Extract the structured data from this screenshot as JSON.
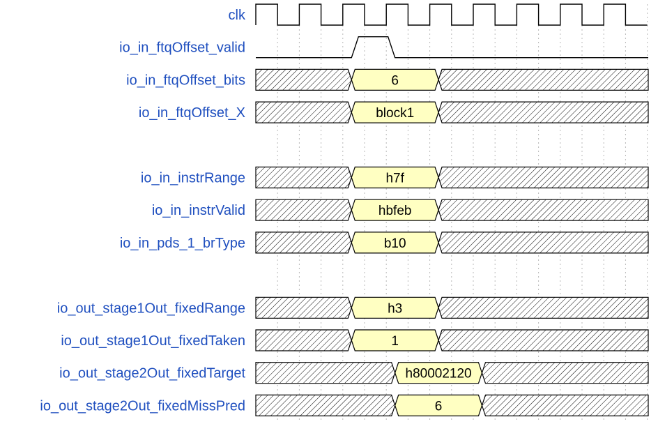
{
  "colors": {
    "label": "#1f4fbf",
    "value_fill": "#ffffc2",
    "wire": "#000000"
  },
  "clock": {
    "name": "clk",
    "cycles": 9
  },
  "signals": [
    {
      "name": "clk",
      "kind": "clock"
    },
    {
      "name": "io_in_ftqOffset_valid",
      "kind": "bit",
      "high": [
        2.2,
        3.2
      ]
    },
    {
      "name": "io_in_ftqOffset_bits",
      "kind": "bus",
      "values": [
        {
          "text": "6",
          "start": 2.2,
          "end": 4.2
        }
      ]
    },
    {
      "name": "io_in_ftqOffset_X",
      "kind": "bus",
      "values": [
        {
          "text": "block1",
          "start": 2.2,
          "end": 4.2
        }
      ]
    },
    {
      "kind": "spacer"
    },
    {
      "name": "io_in_instrRange",
      "kind": "bus",
      "values": [
        {
          "text": "h7f",
          "start": 2.2,
          "end": 4.2
        }
      ]
    },
    {
      "name": "io_in_instrValid",
      "kind": "bus",
      "values": [
        {
          "text": "hbfeb",
          "start": 2.2,
          "end": 4.2
        }
      ]
    },
    {
      "name": "io_in_pds_1_brType",
      "kind": "bus",
      "values": [
        {
          "text": "b10",
          "start": 2.2,
          "end": 4.2
        }
      ]
    },
    {
      "kind": "spacer"
    },
    {
      "name": "io_out_stage1Out_fixedRange",
      "kind": "bus",
      "values": [
        {
          "text": "h3",
          "start": 2.2,
          "end": 4.2
        }
      ]
    },
    {
      "name": "io_out_stage1Out_fixedTaken",
      "kind": "bus",
      "values": [
        {
          "text": "1",
          "start": 2.2,
          "end": 4.2
        }
      ]
    },
    {
      "name": "io_out_stage2Out_fixedTarget",
      "kind": "bus",
      "values": [
        {
          "text": "h80002120",
          "start": 3.2,
          "end": 5.2
        }
      ]
    },
    {
      "name": "io_out_stage2Out_fixedMissPred",
      "kind": "bus",
      "values": [
        {
          "text": "6",
          "start": 3.2,
          "end": 5.2
        }
      ]
    }
  ]
}
